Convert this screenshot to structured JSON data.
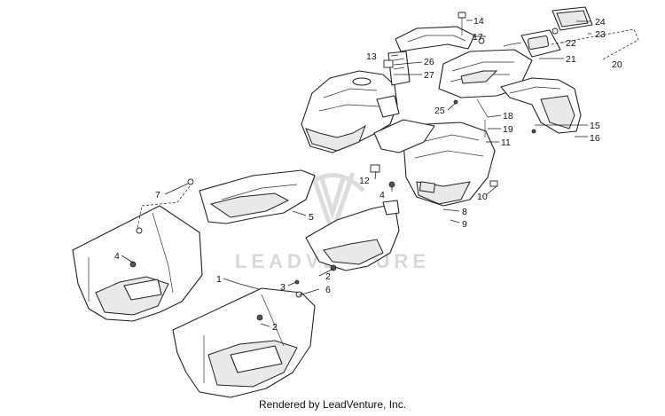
{
  "diagram": {
    "watermark": "LEADVENTURE",
    "footer": "Rendered by LeadVenture, Inc.",
    "callouts": [
      "14",
      "24",
      "23",
      "22",
      "21",
      "17",
      "20",
      "13",
      "26",
      "27",
      "25",
      "18",
      "19",
      "15",
      "16",
      "11",
      "12",
      "10",
      "4",
      "8",
      "9",
      "7",
      "5",
      "4",
      "1",
      "3",
      "2",
      "6",
      "2"
    ]
  }
}
